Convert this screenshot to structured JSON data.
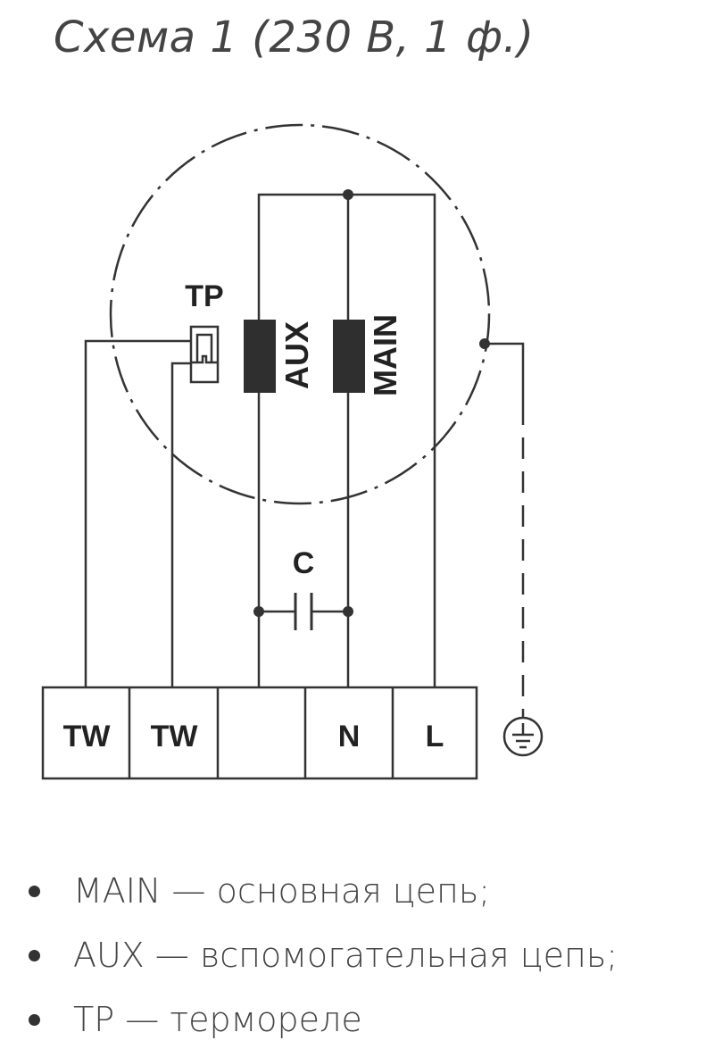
{
  "title": "Схема 1 (230 В, 1 ф.)",
  "diagram": {
    "tp_label": "TP",
    "aux_label": "AUX",
    "main_label": "MAIN",
    "capacitor_label": "C",
    "terminals": [
      "TW",
      "TW",
      "",
      "N",
      "L"
    ],
    "icons": {
      "ground": "ground-icon",
      "thermal_relay": "thermal-relay-icon"
    }
  },
  "legend": [
    "MAIN — основная цепь;",
    "AUX — вспомогательная цепь;",
    "TP — термореле"
  ],
  "colors": {
    "line": "#333333",
    "text": "#222222",
    "legend_text": "#444444"
  }
}
